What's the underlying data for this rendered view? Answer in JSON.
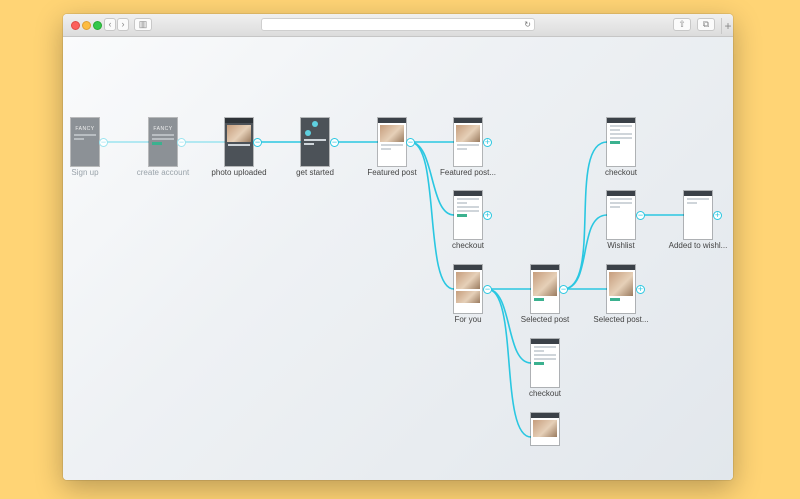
{
  "browser": {
    "back_glyph": "‹",
    "forward_glyph": "›",
    "sidebar_glyph": "▥",
    "reload_glyph": "↻",
    "share_glyph": "⇧",
    "tabs_glyph": "⧉",
    "newtab_glyph": "+"
  },
  "flow": {
    "accent_color": "#2ac7e1",
    "collapse_glyph": "−",
    "expand_glyph": "+",
    "screens": [
      {
        "id": "signup",
        "label": "Sign up"
      },
      {
        "id": "create_account",
        "label": "create account"
      },
      {
        "id": "photo_uploaded",
        "label": "photo uploaded"
      },
      {
        "id": "get_started",
        "label": "get started"
      },
      {
        "id": "featured_post",
        "label": "Featured post"
      },
      {
        "id": "featured_post_2",
        "label": "Featured post..."
      },
      {
        "id": "checkout_a",
        "label": "checkout"
      },
      {
        "id": "for_you",
        "label": "For you"
      },
      {
        "id": "selected_post",
        "label": "Selected post"
      },
      {
        "id": "checkout_b",
        "label": "checkout"
      },
      {
        "id": "checkout_c",
        "label": "checkout"
      },
      {
        "id": "wishlist",
        "label": "Wishlist"
      },
      {
        "id": "added_to_wishlist",
        "label": "Added to wishl..."
      },
      {
        "id": "selected_post_2",
        "label": "Selected post..."
      }
    ],
    "signup_logo": "FANCY",
    "create_logo": "FANCY"
  }
}
